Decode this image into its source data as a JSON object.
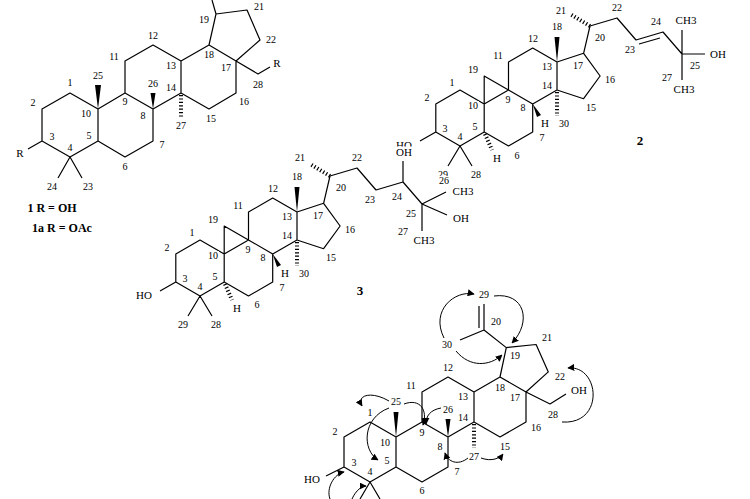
{
  "diagram": {
    "labels": [
      "1",
      "2",
      "3",
      "R",
      "4",
      "5",
      "10",
      "25",
      "6",
      "7",
      "8",
      "9",
      "11",
      "12",
      "13",
      "14",
      "26",
      "27",
      "15",
      "16",
      "17",
      "18",
      "28",
      "R",
      "22",
      "21",
      "19",
      "23",
      "24",
      "1 R = OH",
      "1a R = OAc",
      "1",
      "2",
      "3",
      "HO",
      "4",
      "5",
      "10",
      "19",
      "9",
      "11",
      "12",
      "13",
      "18",
      "14",
      "30",
      "8",
      "H",
      "7",
      "6",
      "H",
      "28",
      "29",
      "15",
      "16",
      "17",
      "21",
      "20",
      "22",
      "23",
      "24",
      "CH3",
      "25",
      "OH",
      "CH3",
      "27",
      "2",
      "21",
      "20",
      "22",
      "23",
      "24",
      "OH",
      "25",
      "26",
      "CH3",
      "OH",
      "CH3",
      "27",
      "18",
      "12",
      "11",
      "13",
      "17",
      "16",
      "19",
      "1",
      "9",
      "14",
      "2",
      "10",
      "8",
      "H",
      "15",
      "3",
      "5",
      "7",
      "30",
      "HO",
      "4",
      "6",
      "H",
      "29",
      "28",
      "3",
      "29",
      "20",
      "30",
      "19",
      "21",
      "12",
      "13",
      "18",
      "22",
      "11",
      "17",
      "OH",
      "25",
      "26",
      "1",
      "9",
      "14",
      "28",
      "15",
      "16",
      "2",
      "10",
      "8",
      "27",
      "3",
      "5",
      "7",
      "HO",
      "4",
      "6"
    ]
  }
}
